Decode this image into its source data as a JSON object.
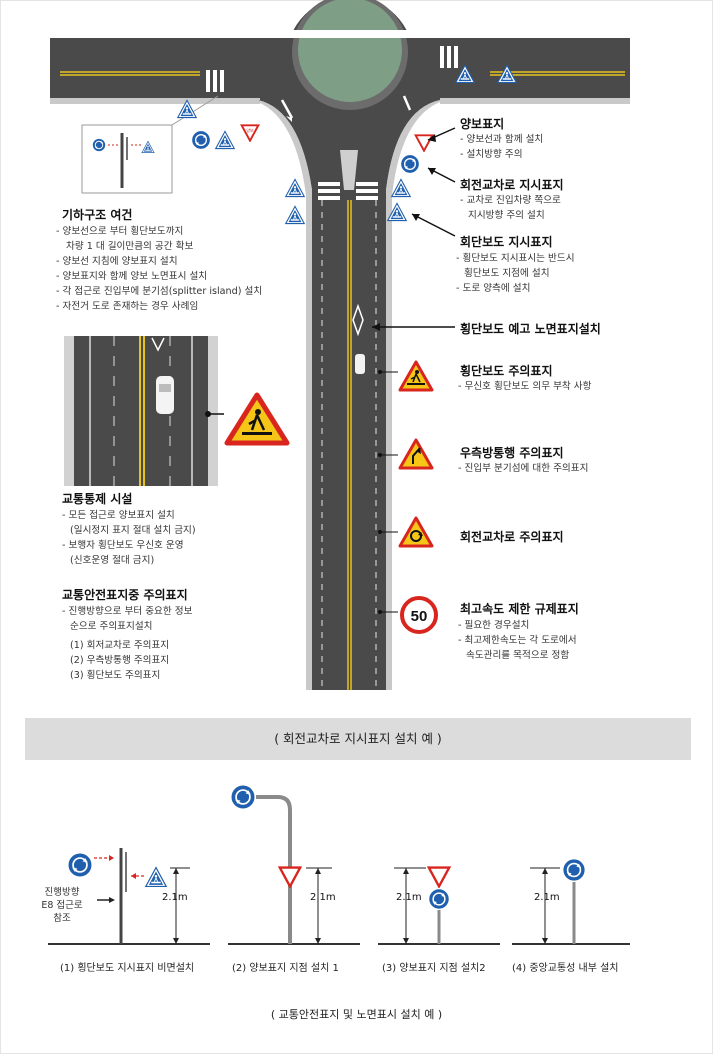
{
  "road_diagram": {
    "left_notes": {
      "geometry": {
        "heading": "기하구조 여건",
        "items": [
          "- 양보선으로 부터 횡단보도까지",
          "  차량 1 대 길이만큼의 공간 확보",
          "- 양보선 지침에 양보표지 설치",
          "- 양보표지와 함께 양보 노면표시 설치",
          "- 각 접근로 진입부에 분기섬(splitter island) 설치",
          "- 자전거 도로 존재하는 경우 사례임"
        ]
      },
      "traffic_control": {
        "heading": "교통통제 시설",
        "items": [
          "- 모든 접근로 양보표지 설치",
          "  (일시정지 표지 절대 설치 금지)",
          "- 보행자 횡단보도 우신호 운영",
          "  (신호운영 절대 금지)"
        ]
      },
      "caution_signs": {
        "heading": "교통안전표지중 주의표지",
        "items": [
          "- 진행방향으로 부터 중요한 정보",
          "  순으로 주의표지설치",
          "  (1) 회저교차로 주의표지",
          "  (2) 우측방통행 주의표지",
          "  (3) 횡단보도 주의표지"
        ]
      }
    },
    "right_notes": {
      "yield_sign": {
        "heading": "양보표지",
        "items": [
          "- 양보선과 함께 설치",
          "- 설치방향 주의"
        ]
      },
      "roundabout_direction": {
        "heading": "회전교차로 지시표지",
        "items": [
          "- 교차로 진입차량 쪽으로",
          "  지시방향 주의 설치"
        ]
      },
      "crosswalk_direction": {
        "heading": "회단보도 지시표지",
        "items": [
          "- 횡단보도 지시표시는 반드시",
          "  횡단보도 지점에 설치",
          "- 도로 양측에 설치"
        ]
      },
      "crosswalk_marking": {
        "heading": "횡단보도 예고 노면표지설치"
      },
      "crosswalk_caution": {
        "heading": "횡단보도 주의표지",
        "items": [
          "- 무신호 횡단보도 의무 부착 사항"
        ]
      },
      "keep_right_caution": {
        "heading": "우측방통행 주의표지",
        "items": [
          "- 진입부 분기섬에 대한 주의표지"
        ]
      },
      "roundabout_caution": {
        "heading": "회전교차로 주의표지"
      },
      "speed_limit": {
        "heading": "최고속도 제한 규제표지",
        "items": [
          "- 필요한 경우설치",
          "- 최고제한속도는 각 도로에서",
          "  속도관리를 목적으로 정함"
        ],
        "sign_value": "50"
      }
    },
    "sign_labels": {
      "yield_text": "양보"
    }
  },
  "banner": {
    "title": "( 회전교차로 지시표지 설치 예 )"
  },
  "install_examples": {
    "side_note": [
      "진행방향",
      "E8 접근로",
      "참조"
    ],
    "height_label": "2.1m",
    "captions": [
      "(1)  횡단보도 지시표지 비면설치",
      "(2)  양보표지 지점 설치 1",
      "(3) 양보표지 지점 설치2",
      "(4) 중앙교통성 내부 설치"
    ]
  },
  "footer": {
    "caption": "( 교통안전표지 및 노면표시 설치 예 )"
  },
  "colors": {
    "asphalt": "#4a4a4a",
    "lane_yellow": "#e8c320",
    "island_green": "#7e9f86",
    "sign_blue": "#1f5fae",
    "sign_red": "#d8261e",
    "sign_yellow": "#f5c518",
    "banner_gray": "#dcdcdc"
  }
}
